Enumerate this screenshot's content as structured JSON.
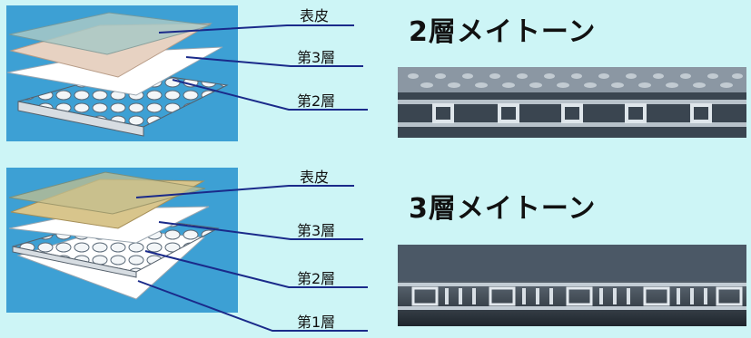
{
  "top": {
    "title": "2層メイトーン",
    "labels": {
      "skin": "表皮",
      "layer3": "第3層",
      "layer2": "第2層"
    }
  },
  "bottom": {
    "title": "3層メイトーン",
    "labels": {
      "skin": "表皮",
      "layer3": "第3層",
      "layer2": "第2層",
      "layer1": "第1層"
    }
  },
  "colors": {
    "background": "#cdf5f6",
    "panel": "#3da0d4",
    "leader_line": "#1a2a8a"
  }
}
